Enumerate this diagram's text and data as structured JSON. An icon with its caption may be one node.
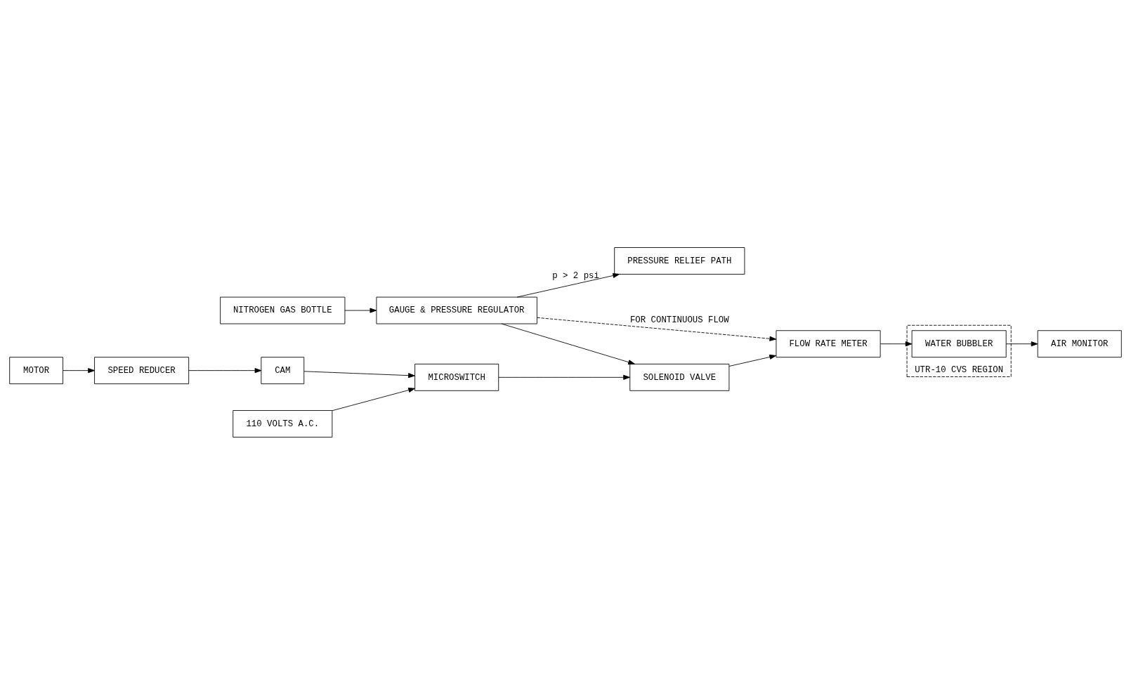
{
  "diagram": {
    "nodes": [
      {
        "text": [
          "MOTOR"
        ]
      },
      {
        "text": [
          "SPEED REDUCER"
        ]
      },
      {
        "text": [
          "CAM"
        ]
      },
      {
        "text": [
          "MICROSWITCH"
        ]
      },
      {
        "text": [
          "110 VOLTS A.C."
        ]
      },
      {
        "text": [
          "NITROGEN GAS BOTTLE"
        ]
      },
      {
        "text": [
          "GAUGE & PRESSURE REGULATOR"
        ]
      },
      {
        "text": [
          "SOLENOID VALVE"
        ]
      },
      {
        "text": [
          "FLOW RATE METER"
        ]
      },
      {
        "text": [
          "AIR MONITOR"
        ]
      },
      {
        "text": [
          "PRESSURE RELIEF PATH"
        ]
      },
      {
        "text": [
          "UTR-10 CVS REGION"
        ]
      },
      {
        "text": [
          "WATER BUBBLER"
        ],
        "in": 11
      }
    ],
    "edges": [
      {
        "from": 0,
        "to": 1,
        "arrow": "to"
      },
      {
        "from": 1,
        "to": 2,
        "arrow": "to"
      },
      {
        "from": 2,
        "to": 3,
        "arrow": "to"
      },
      {
        "from": 4,
        "to": 3,
        "arrow": "to"
      },
      {
        "from": 3,
        "to": 7,
        "arrow": "to"
      },
      {
        "from": 5,
        "to": 6,
        "arrow": "to"
      },
      {
        "from": 6,
        "to": 7,
        "arrow": "to"
      },
      {
        "from": 6,
        "to": 10,
        "arrow": "to",
        "label": "p > 2 psi"
      },
      {
        "from": 6,
        "to": 8,
        "arrow": "to",
        "style": "dashed",
        "label": "FOR CONTINUOUS FLOW"
      },
      {
        "from": 7,
        "to": 8,
        "arrow": "to"
      },
      {
        "from": 8,
        "to": 12,
        "arrow": "to"
      },
      {
        "from": 12,
        "to": 9,
        "arrow": "to"
      }
    ]
  }
}
